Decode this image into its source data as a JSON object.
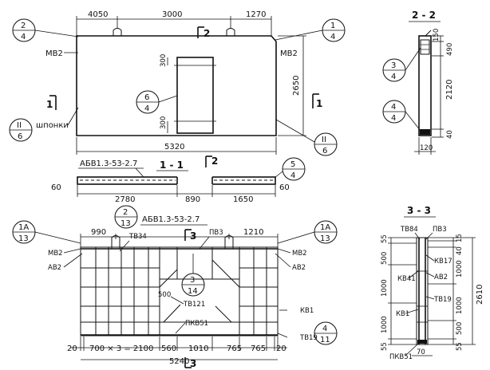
{
  "top_panel": {
    "dims_top": [
      "4050",
      "3000",
      "1270"
    ],
    "dims_bottom": "5320",
    "dim_height": "2650",
    "opening_top": "300",
    "opening_bottom": "300",
    "label_mb2_left": "МВ2",
    "label_mb2_right": "МВ2",
    "label_shponki": "шпонки",
    "callout_2_4": {
      "top": "2",
      "bottom": "4"
    },
    "callout_1_4": {
      "top": "1",
      "bottom": "4"
    },
    "callout_6_4": {
      "top": "6",
      "bottom": "4"
    },
    "callout_ii_6_left": {
      "top": "II",
      "bottom": "6"
    },
    "callout_ii_6_right": {
      "top": "II",
      "bottom": "6"
    },
    "section_2": "2",
    "section_1_left": "1",
    "section_1_right": "1"
  },
  "section_11": {
    "title": "1 - 1",
    "mark": "АБВ1.3-53-2.7",
    "dims": [
      "2780",
      "890",
      "1650"
    ],
    "dim_left": "60",
    "dim_right": "60",
    "callout_5_4": {
      "top": "5",
      "bottom": "4"
    },
    "section_2": "2"
  },
  "section_22": {
    "title": "2 - 2",
    "dims": [
      "150",
      "490",
      "2120",
      "40"
    ],
    "dim_width": "120",
    "callout_3_4": {
      "top": "3",
      "bottom": "4"
    },
    "callout_4_4": {
      "top": "4",
      "bottom": "4"
    }
  },
  "reinforcement": {
    "mark": "АБВ1.3-53-2.7",
    "callout_2_13": {
      "top": "2",
      "bottom": "13"
    },
    "callout_1a_13_left": {
      "top": "1А",
      "bottom": "13"
    },
    "callout_1a_13_right": {
      "top": "1А",
      "bottom": "13"
    },
    "callout_3_14": {
      "top": "3",
      "bottom": "14"
    },
    "callout_4_11": {
      "top": "4",
      "bottom": "11"
    },
    "dims_top_left": "990",
    "dims_top_right": "1210",
    "labels": [
      "ТВ34",
      "ПВ3",
      "МВ2",
      "АВ2",
      "МВ2",
      "АВ2",
      "ТВ121",
      "КВ1",
      "ПКВ51",
      "ТВ19"
    ],
    "dim_500": "500",
    "dims_bottom": [
      "20",
      "700 × 3 = 2100",
      "560",
      "1010",
      "765",
      "765",
      "20"
    ],
    "dim_total": "5240",
    "section_3_top": "3",
    "section_3_bottom": "3"
  },
  "section_33": {
    "title": "3 - 3",
    "labels_top": [
      "ТВ84",
      "ПВ3"
    ],
    "labels": [
      "КВ17",
      "КВ41",
      "АВ2",
      "ТВ19",
      "КВ1",
      "ПКВ51"
    ],
    "dims_left": [
      "55",
      "500",
      "1000",
      "1000",
      "55"
    ],
    "dims_right": [
      "15",
      "40",
      "1000",
      "1000",
      "500",
      "55"
    ],
    "dim_total": "2610",
    "dim_bottom": "70"
  }
}
